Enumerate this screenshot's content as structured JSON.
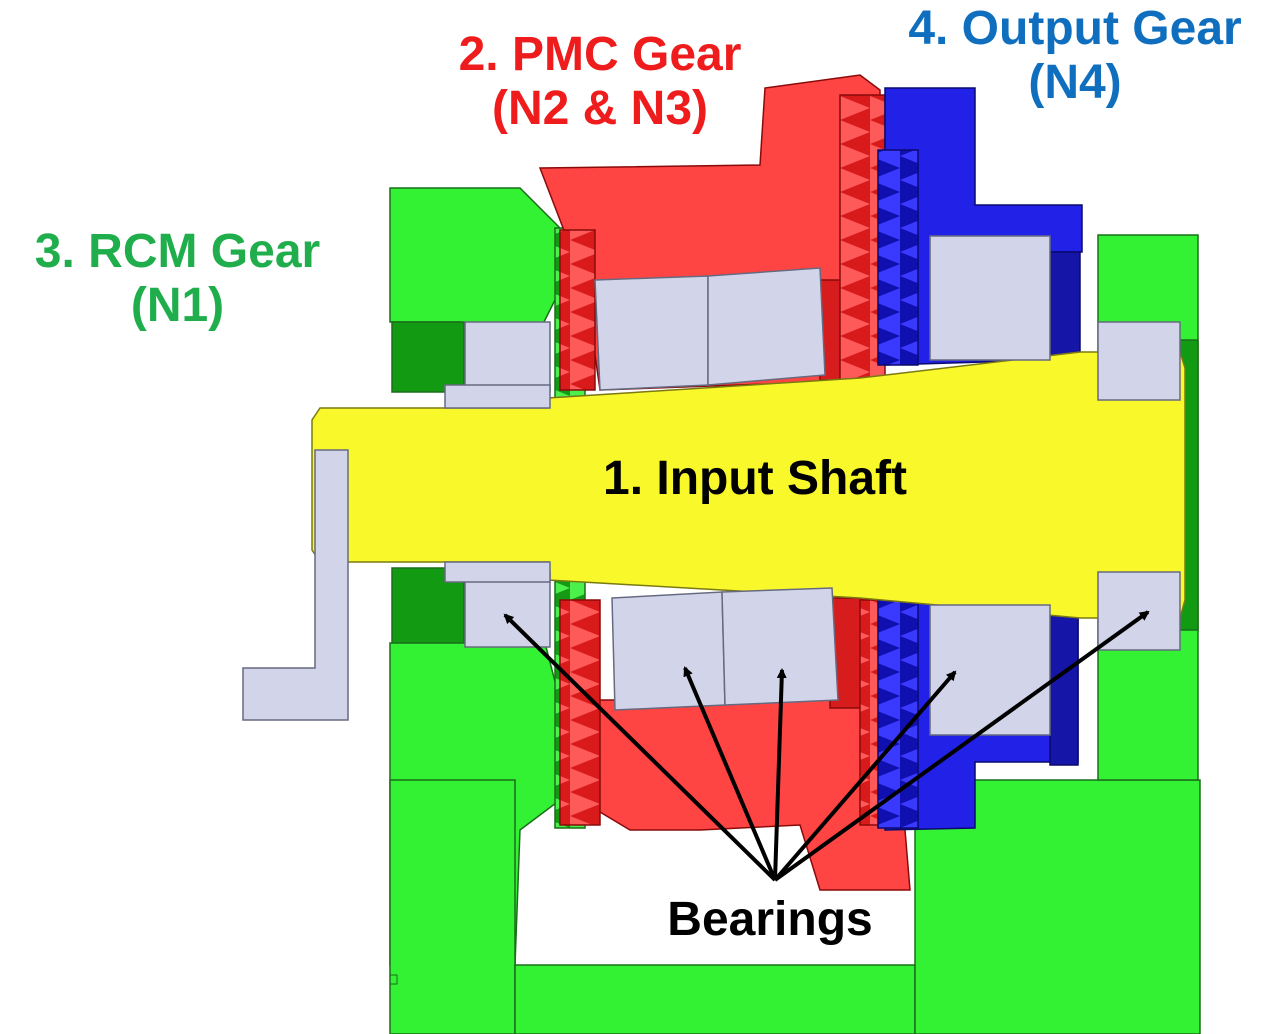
{
  "labels": {
    "pmc": {
      "line1": "2. PMC Gear",
      "line2": "(N2 & N3)"
    },
    "output": {
      "line1": "4. Output Gear",
      "line2": "(N4)"
    },
    "rcm": {
      "line1": "3. RCM Gear",
      "line2": "(N1)"
    },
    "shaft": "1. Input Shaft",
    "bearings": "Bearings"
  },
  "colors": {
    "pmc_label": "#ee1c1c",
    "output_label": "#0f6fbe",
    "rcm_label": "#1fae4b",
    "input_shaft": "#f8f82a",
    "pmc_gear": "#ff4444",
    "output_gear": "#2121e8",
    "rcm_gear": "#33f233",
    "bearing": "#d2d5ea"
  }
}
